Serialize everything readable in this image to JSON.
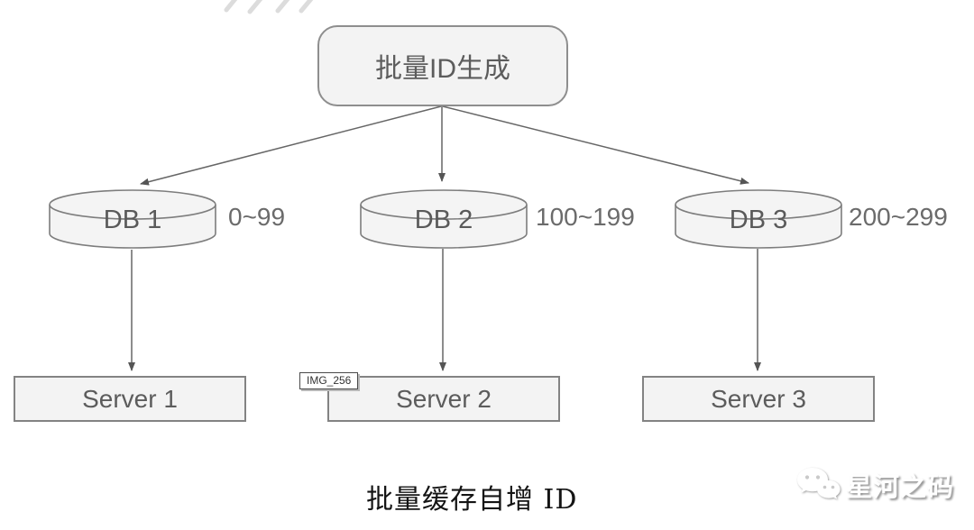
{
  "diagram": {
    "title_node": {
      "label": "批量ID生成"
    },
    "databases": [
      {
        "label": "DB 1",
        "range": "0~99"
      },
      {
        "label": "DB 2",
        "range": "100~199"
      },
      {
        "label": "DB 3",
        "range": "200~299"
      }
    ],
    "servers": [
      {
        "label": "Server 1"
      },
      {
        "label": "Server 2"
      },
      {
        "label": "Server 3"
      }
    ],
    "edges": [
      {
        "from": "批量ID生成",
        "to": "DB 1"
      },
      {
        "from": "批量ID生成",
        "to": "DB 2"
      },
      {
        "from": "批量ID生成",
        "to": "DB 3"
      },
      {
        "from": "DB 1",
        "to": "Server 1"
      },
      {
        "from": "DB 2",
        "to": "Server 2"
      },
      {
        "from": "DB 3",
        "to": "Server 3"
      }
    ],
    "image_placeholder_tag": "IMG_256",
    "caption": "批量缓存自增 ID",
    "watermark": {
      "icon": "wechat-icon",
      "text": "星河之码"
    },
    "colors": {
      "node_fill": "#f3f3f3",
      "node_border": "#878787",
      "node_text": "#5a5a5a",
      "arrow": "#666666",
      "caption_text": "#141414",
      "watermark_text": "#ffffff",
      "watermark_shadow": "#949494"
    }
  }
}
